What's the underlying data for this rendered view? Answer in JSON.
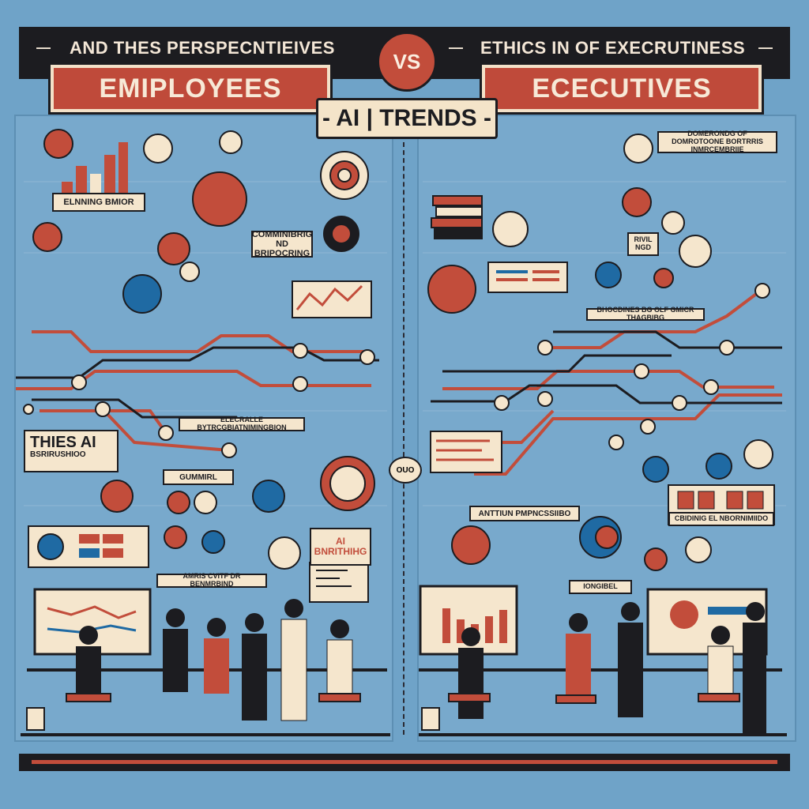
{
  "header": {
    "left_title": "AND THES PERSPECNTIEIVES",
    "vs": "VS",
    "right_title": "ETHICS IN OF EXECRUTINESS",
    "dash": "—"
  },
  "banners": {
    "left": "EMIPLOYEES",
    "right": "ECECUTIVES",
    "center": "- AI | TRENDS -"
  },
  "left_side": {
    "callout_big": "THIES AI",
    "callout_sub": "BSRIRUSHIOO",
    "label_1": "ELNNING BMIOR",
    "label_2": "COMMINIBRIG ND BRIPOCRING",
    "label_3": "ELECRALLE BYTRCGBIATNIMINGBION",
    "label_4": "AMRIS CVITF DR BENMRBIND",
    "label_5": "GUMMIRL",
    "ai_card": "AI BNRITHIHG"
  },
  "right_side": {
    "label_1": "DOMERONDG OF DOMROTOONE BORTRRIS INMRCEMBRIIE",
    "label_2": "ANTTIUN PMPNCSSIIBO",
    "label_3": "CBIDINIG EL NBORNIMIIDO",
    "label_4": "IONGIBEL",
    "label_5": "RIVIL NGD",
    "label_6": "BHOCDINES BG OLF GMICR THAGBIBG"
  },
  "center_node": "OUO",
  "colors": {
    "background": "#6fa3c8",
    "accent_red": "#c24d3b",
    "cream": "#f5e6cd",
    "dark": "#1c1c20"
  }
}
